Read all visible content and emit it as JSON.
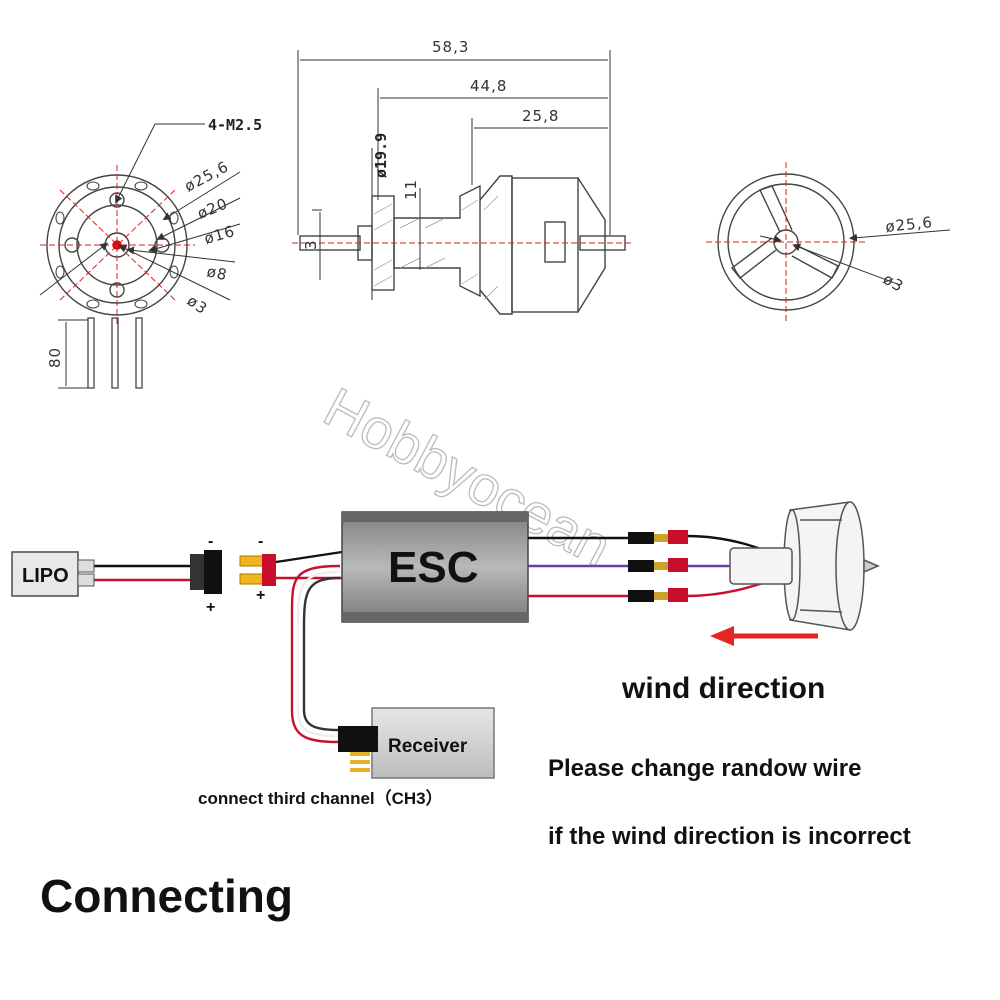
{
  "drawing": {
    "front_view": {
      "screw_callout": "4-M2.5",
      "dia_labels": [
        "ø25,6",
        "ø20",
        "ø16",
        "ø8",
        "ø3"
      ],
      "lead_length": "80"
    },
    "side_view": {
      "overall_length": "58,3",
      "body_length": "44,8",
      "rotor_length": "25,8",
      "mount_diameter": "ø19.9",
      "hub_dim": "11",
      "shaft_dim": "3"
    },
    "rear_view": {
      "outer_diameter": "ø25,6",
      "shaft_diameter": "ø3"
    }
  },
  "wiring": {
    "watermark": "Hobbyocean",
    "battery_label": "LIPO",
    "minus_sign": "-",
    "plus_sign": "+",
    "esc_label": "ESC",
    "receiver_label": "Receiver",
    "receiver_note": "connect third channel（CH3）",
    "wind_label": "wind direction",
    "note_line1": "Please change randow wire",
    "note_line2": "if the wind direction is incorrect",
    "section_title": "Connecting",
    "colors": {
      "wire_red": "#c8102e",
      "wire_purple": "#6a3fa0",
      "wire_black": "#111111",
      "arrow_red": "#e3261f",
      "esc_gray": "#8d8d8d"
    }
  }
}
